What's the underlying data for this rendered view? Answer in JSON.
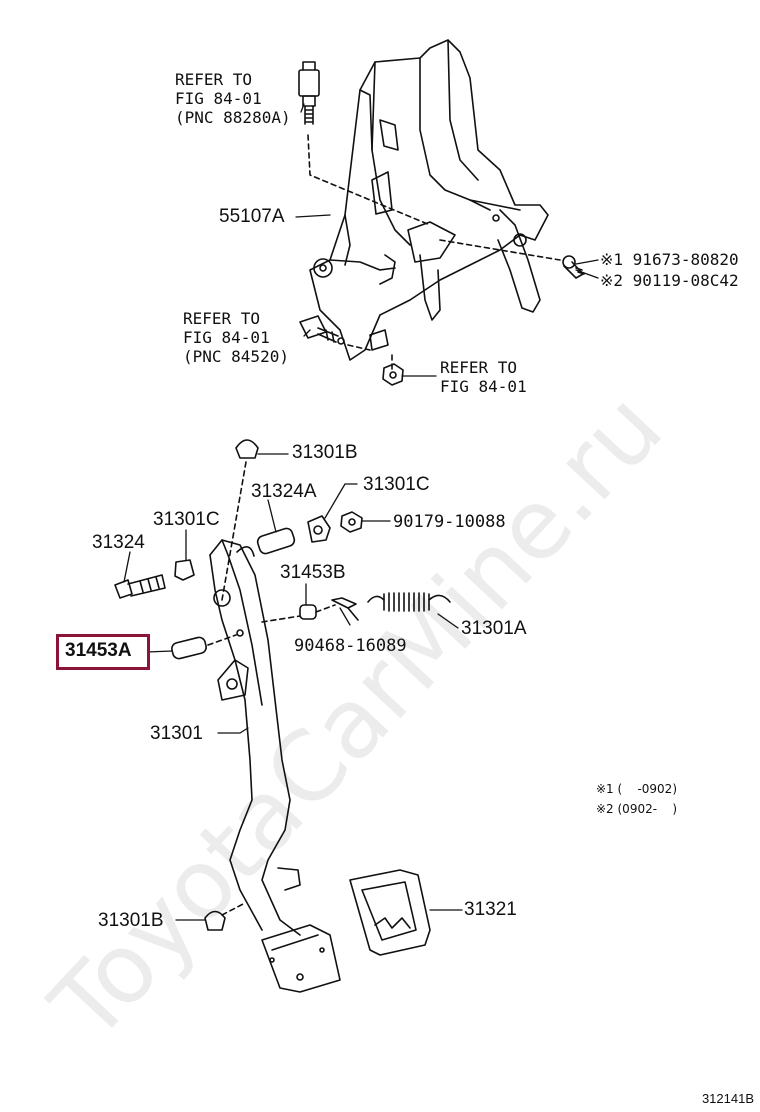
{
  "watermark": "ToyotaCarMine.ru",
  "labels": {
    "refer_top": [
      "REFER TO",
      "FIG 84-01",
      "(PNC 88280A)"
    ],
    "bracket": "55107A",
    "bolt_top": "※1 91673-80820",
    "bolt_bottom": "※2 90119-08C42",
    "refer_mid": [
      "REFER TO",
      "FIG 84-01",
      "(PNC 84520)"
    ],
    "refer_nut": [
      "REFER TO",
      "FIG 84-01"
    ],
    "p31301B_top": "31301B",
    "p31324A": "31324A",
    "p31301C_right": "31301C",
    "p31301C_left": "31301C",
    "p90179": "90179-10088",
    "p31324": "31324",
    "p31453B": "31453B",
    "p31301A": "31301A",
    "p90468": "90468-16089",
    "p31453A": "31453A",
    "p31301": "31301",
    "p31301B_bottom": "31301B",
    "p31321": "31321"
  },
  "notes": [
    "※1 (    -0902)",
    "※2 (0902-    )"
  ],
  "figure_code": "312141B",
  "highlight_color": "#8a1538"
}
